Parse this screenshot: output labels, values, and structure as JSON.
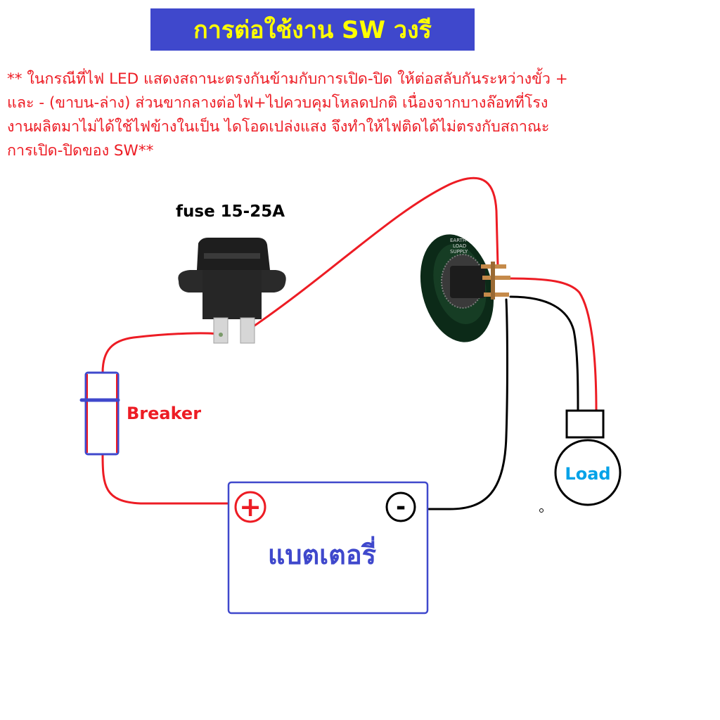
{
  "title": "การต่อใช้งาน SW วงรี",
  "note_lines": [
    "** ในกรณีที่ไฟ LED แสดงสถานะตรงกันข้ามกับการเปิด-ปิด ให้ต่อสลับกันระหว่างขั้ว +",
    "และ - (ขาบน-ล่าง) ส่วนขากลางต่อไฟ+ไปควบคุมโหลดปกติ เนื่องจากบางล๊อทที่โรง",
    "งานผลิตมาไม่ได้ใช้ไฟข้างในเป็น ไดโอดเปล่งแสง จึงทำให้ไฟติดได้ไม่ตรงกับสถาณะ",
    "การเปิด-ปิดของ SW**"
  ],
  "labels": {
    "fuse": "fuse 15-25A",
    "breaker": "Breaker",
    "load": "Load",
    "battery": "แบตเตอรี่",
    "battery_positive": "+",
    "battery_negative": "-",
    "switch_earth": "EARTH",
    "switch_load": "LOAD",
    "switch_supply": "SUPPLY"
  },
  "colors": {
    "title_bg": "#3f48cc",
    "title_text": "#ffff00",
    "note_text": "#ed1c24",
    "wire_positive": "#ed1c24",
    "wire_negative": "#000000",
    "battery_outline": "#3f48cc",
    "load_label": "#00a2e8"
  }
}
